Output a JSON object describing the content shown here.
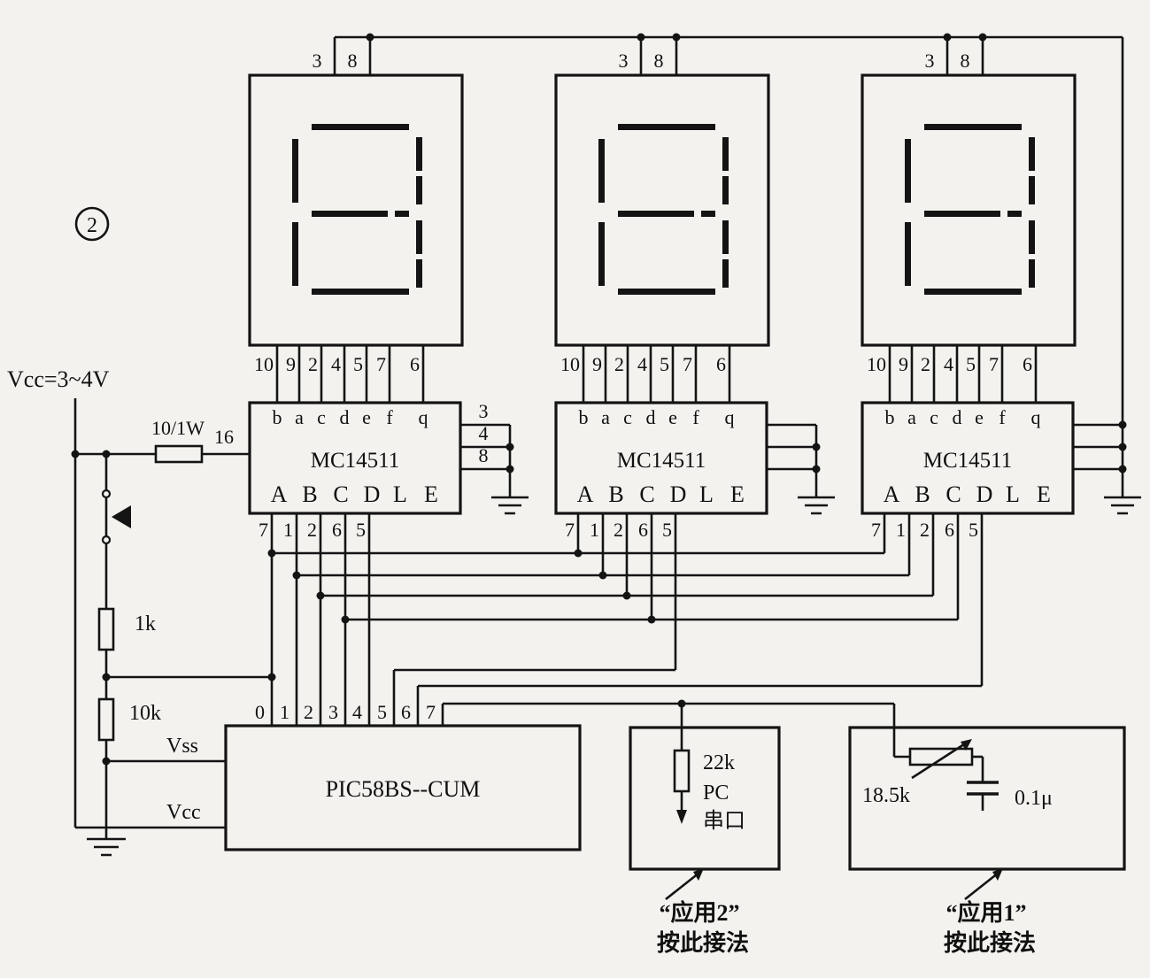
{
  "figure": {
    "number": "2"
  },
  "labels": {
    "power": "Vcc=3~4V",
    "series_resistor": "10/1W",
    "series_pin": "16",
    "pullup_resistor": "1k",
    "pulldown_resistor": "10k",
    "vss": "Vss",
    "vcc": "Vcc"
  },
  "displays": [
    {
      "pin3": "3",
      "pin8": "8",
      "pins": [
        "10",
        "9",
        "2",
        "4",
        "5",
        "7",
        "6"
      ]
    },
    {
      "pin3": "3",
      "pin8": "8",
      "pins": [
        "10",
        "9",
        "2",
        "4",
        "5",
        "7",
        "6"
      ]
    },
    {
      "pin3": "3",
      "pin8": "8",
      "pins": [
        "10",
        "9",
        "2",
        "4",
        "5",
        "7",
        "6"
      ]
    }
  ],
  "chips": [
    {
      "name": "MC14511",
      "top": [
        "b",
        "a",
        "c",
        "d",
        "e",
        "f",
        "q"
      ],
      "bottom": [
        "A",
        "B",
        "C",
        "D",
        "L",
        "E"
      ],
      "pins": [
        "7",
        "1",
        "2",
        "6",
        "5"
      ],
      "right": [
        "3",
        "4",
        "8"
      ]
    },
    {
      "name": "MC14511",
      "top": [
        "b",
        "a",
        "c",
        "d",
        "e",
        "f",
        "q"
      ],
      "bottom": [
        "A",
        "B",
        "C",
        "D",
        "L",
        "E"
      ],
      "pins": [
        "7",
        "1",
        "2",
        "6",
        "5"
      ]
    },
    {
      "name": "MC14511",
      "top": [
        "b",
        "a",
        "c",
        "d",
        "e",
        "f",
        "q"
      ],
      "bottom": [
        "A",
        "B",
        "C",
        "D",
        "L",
        "E"
      ],
      "pins": [
        "7",
        "1",
        "2",
        "6",
        "5"
      ]
    }
  ],
  "mcu": {
    "name": "PIC58BS--CUM",
    "pins": [
      "0",
      "1",
      "2",
      "3",
      "4",
      "5",
      "6",
      "7"
    ]
  },
  "apps": {
    "app2": {
      "resistor": "22k",
      "line1": "PC",
      "line2": "串口",
      "title": "“应用2”",
      "sub": "按此接法"
    },
    "app1": {
      "resistor": "18.5k",
      "capacitor": "0.1μ",
      "title": "“应用1”",
      "sub": "按此接法"
    }
  }
}
